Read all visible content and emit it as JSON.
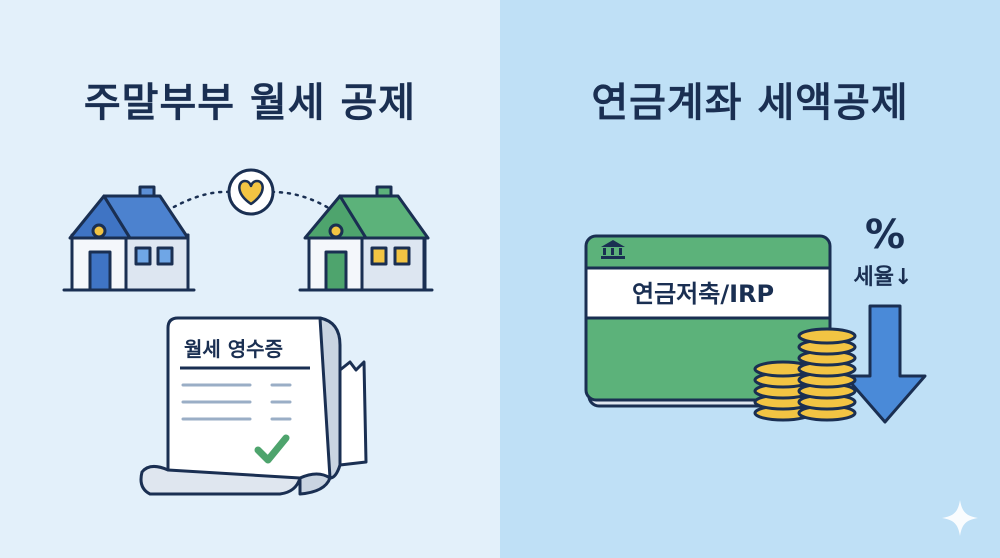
{
  "left": {
    "title": "주말부부 월세 공제",
    "receipt_title": "월세 영수증"
  },
  "right": {
    "title": "연금계좌 세액공제",
    "card_label": "연금저축/IRP",
    "percent_symbol": "%",
    "tax_rate_label": "세율↓"
  },
  "icons": [
    "house-blue-icon",
    "house-green-icon",
    "heart-icon",
    "receipt-icon",
    "checkmark-icon",
    "bank-icon",
    "coins-icon",
    "down-arrow-icon",
    "sparkle-icon"
  ],
  "colors": {
    "left_bg": "#e3f0fa",
    "right_bg": "#bfe0f6",
    "navy": "#1a2f52",
    "blue_roof": "#3f74c4",
    "green": "#5cb27a",
    "gold": "#f2c443"
  }
}
